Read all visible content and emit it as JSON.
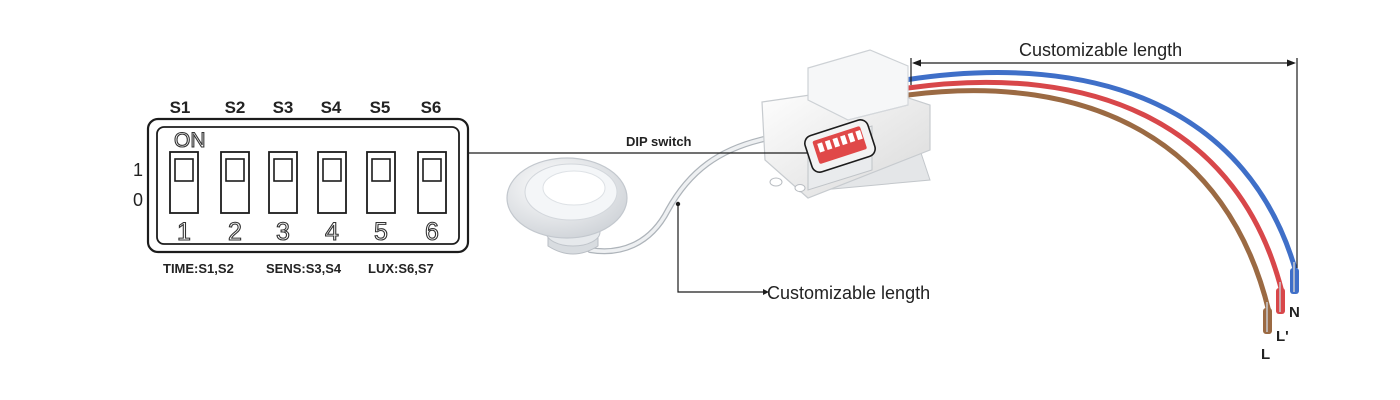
{
  "dip_panel": {
    "switch_headers": [
      "S1",
      "S2",
      "S3",
      "S4",
      "S5",
      "S6"
    ],
    "on_label": "ON",
    "row_labels": [
      "1",
      "0"
    ],
    "switch_numbers": [
      "1",
      "2",
      "3",
      "4",
      "5",
      "6"
    ],
    "groups": [
      "TIME:S1,S2",
      "SENS:S3,S4",
      "LUX:S6,S7"
    ]
  },
  "callouts": {
    "dip_switch": "DIP switch",
    "sensor_cable_length": "Customizable length",
    "output_cable_length": "Customizable length"
  },
  "wires": {
    "labels": [
      "N",
      "L'",
      "L"
    ],
    "colors": {
      "blue": "#3f6fc8",
      "red": "#d8474a",
      "brown": "#9b6a43"
    }
  }
}
